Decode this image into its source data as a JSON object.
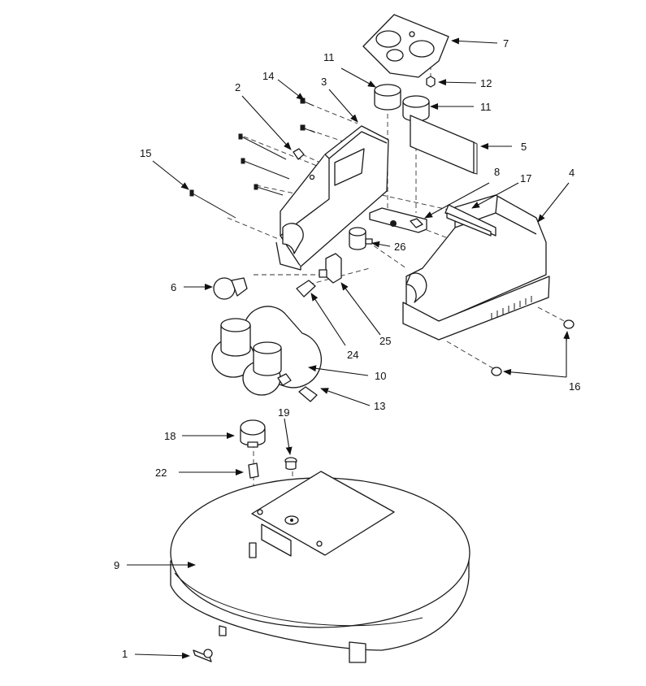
{
  "callouts": {
    "c1": "1",
    "c2": "2",
    "c3": "3",
    "c4": "4",
    "c5": "5",
    "c6": "6",
    "c7": "7",
    "c8": "8",
    "c9": "9",
    "c10": "10",
    "c11a": "11",
    "c11b": "11",
    "c12": "12",
    "c13": "13",
    "c14": "14",
    "c15": "15",
    "c16": "16",
    "c17": "17",
    "c18": "18",
    "c19": "19",
    "c22": "22",
    "c24": "24",
    "c25": "25",
    "c26": "26"
  }
}
